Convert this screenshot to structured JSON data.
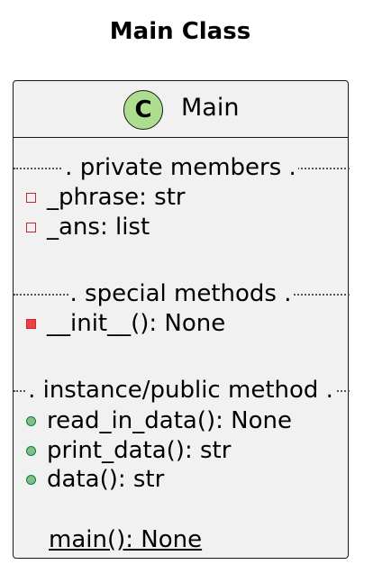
{
  "diagram": {
    "title": "Main Class",
    "class": {
      "icon_letter": "C",
      "name": "Main",
      "icon_color": "#addd8e",
      "sections": [
        {
          "separator": ". private members .",
          "members": [
            {
              "visibility": "private",
              "text": "_phrase: str"
            },
            {
              "visibility": "private",
              "text": "_ans: list"
            }
          ]
        },
        {
          "separator": ". special methods .",
          "members": [
            {
              "visibility": "private-method",
              "text": "__init__(): None"
            }
          ]
        },
        {
          "separator": ". instance/public method .",
          "members": [
            {
              "visibility": "public",
              "text": "read_in_data(): None"
            },
            {
              "visibility": "public",
              "text": "print_data(): str"
            },
            {
              "visibility": "public",
              "text": "data(): str"
            },
            {
              "visibility": "static",
              "text": "main(): None"
            }
          ]
        }
      ]
    }
  }
}
